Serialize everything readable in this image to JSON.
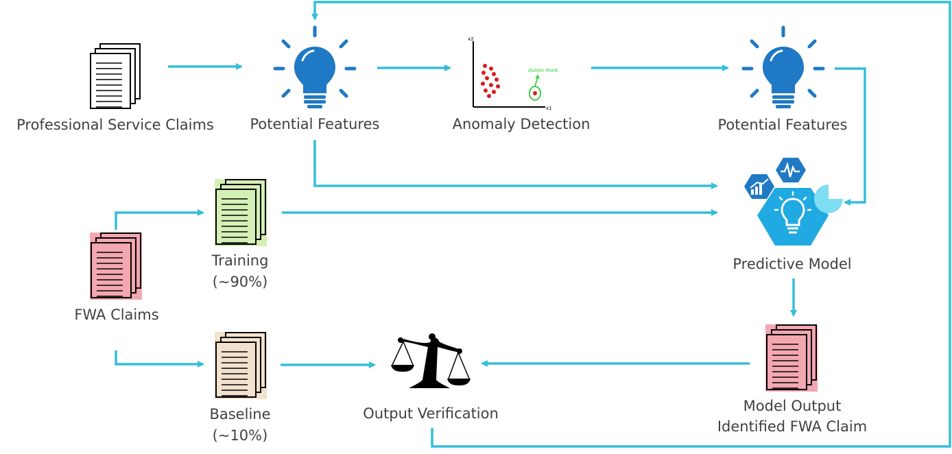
{
  "colors": {
    "arrow": "#34BED8",
    "bulb": "#1F79C4",
    "text": "#404040",
    "training_doc": "#D5F0B5",
    "fwa_doc": "#F3A7B0",
    "baseline_doc": "#F2E1CC",
    "hexagon": "#21A9E1",
    "outlier": "#2DCB2D",
    "points": "#D8191B"
  },
  "nodes": {
    "professional_claims": {
      "label": "Professional Service Claims",
      "icon": "document-stack-icon"
    },
    "potential_features_1": {
      "label": "Potential Features",
      "icon": "lightbulb-icon"
    },
    "anomaly_detection": {
      "label": "Anomaly Detection",
      "icon": "scatter-plot-icon",
      "x_axis": "x1",
      "y_axis": "x2",
      "annotation": "Outlier Point"
    },
    "potential_features_2": {
      "label": "Potential Features",
      "icon": "lightbulb-icon"
    },
    "predictive_model": {
      "label": "Predictive Model",
      "icon": "hexagon-model-icon"
    },
    "fwa_claims": {
      "label": "FWA Claims",
      "icon": "document-stack-icon"
    },
    "training": {
      "label": "Training",
      "sublabel": "(~90%)",
      "icon": "document-stack-icon"
    },
    "baseline": {
      "label": "Baseline",
      "sublabel": "(~10%)",
      "icon": "document-stack-icon"
    },
    "output_verification": {
      "label": "Output Verification",
      "icon": "balance-scale-icon"
    },
    "model_output": {
      "label": "Model Output",
      "sublabel": "Identified FWA Claim",
      "icon": "document-stack-icon"
    }
  }
}
